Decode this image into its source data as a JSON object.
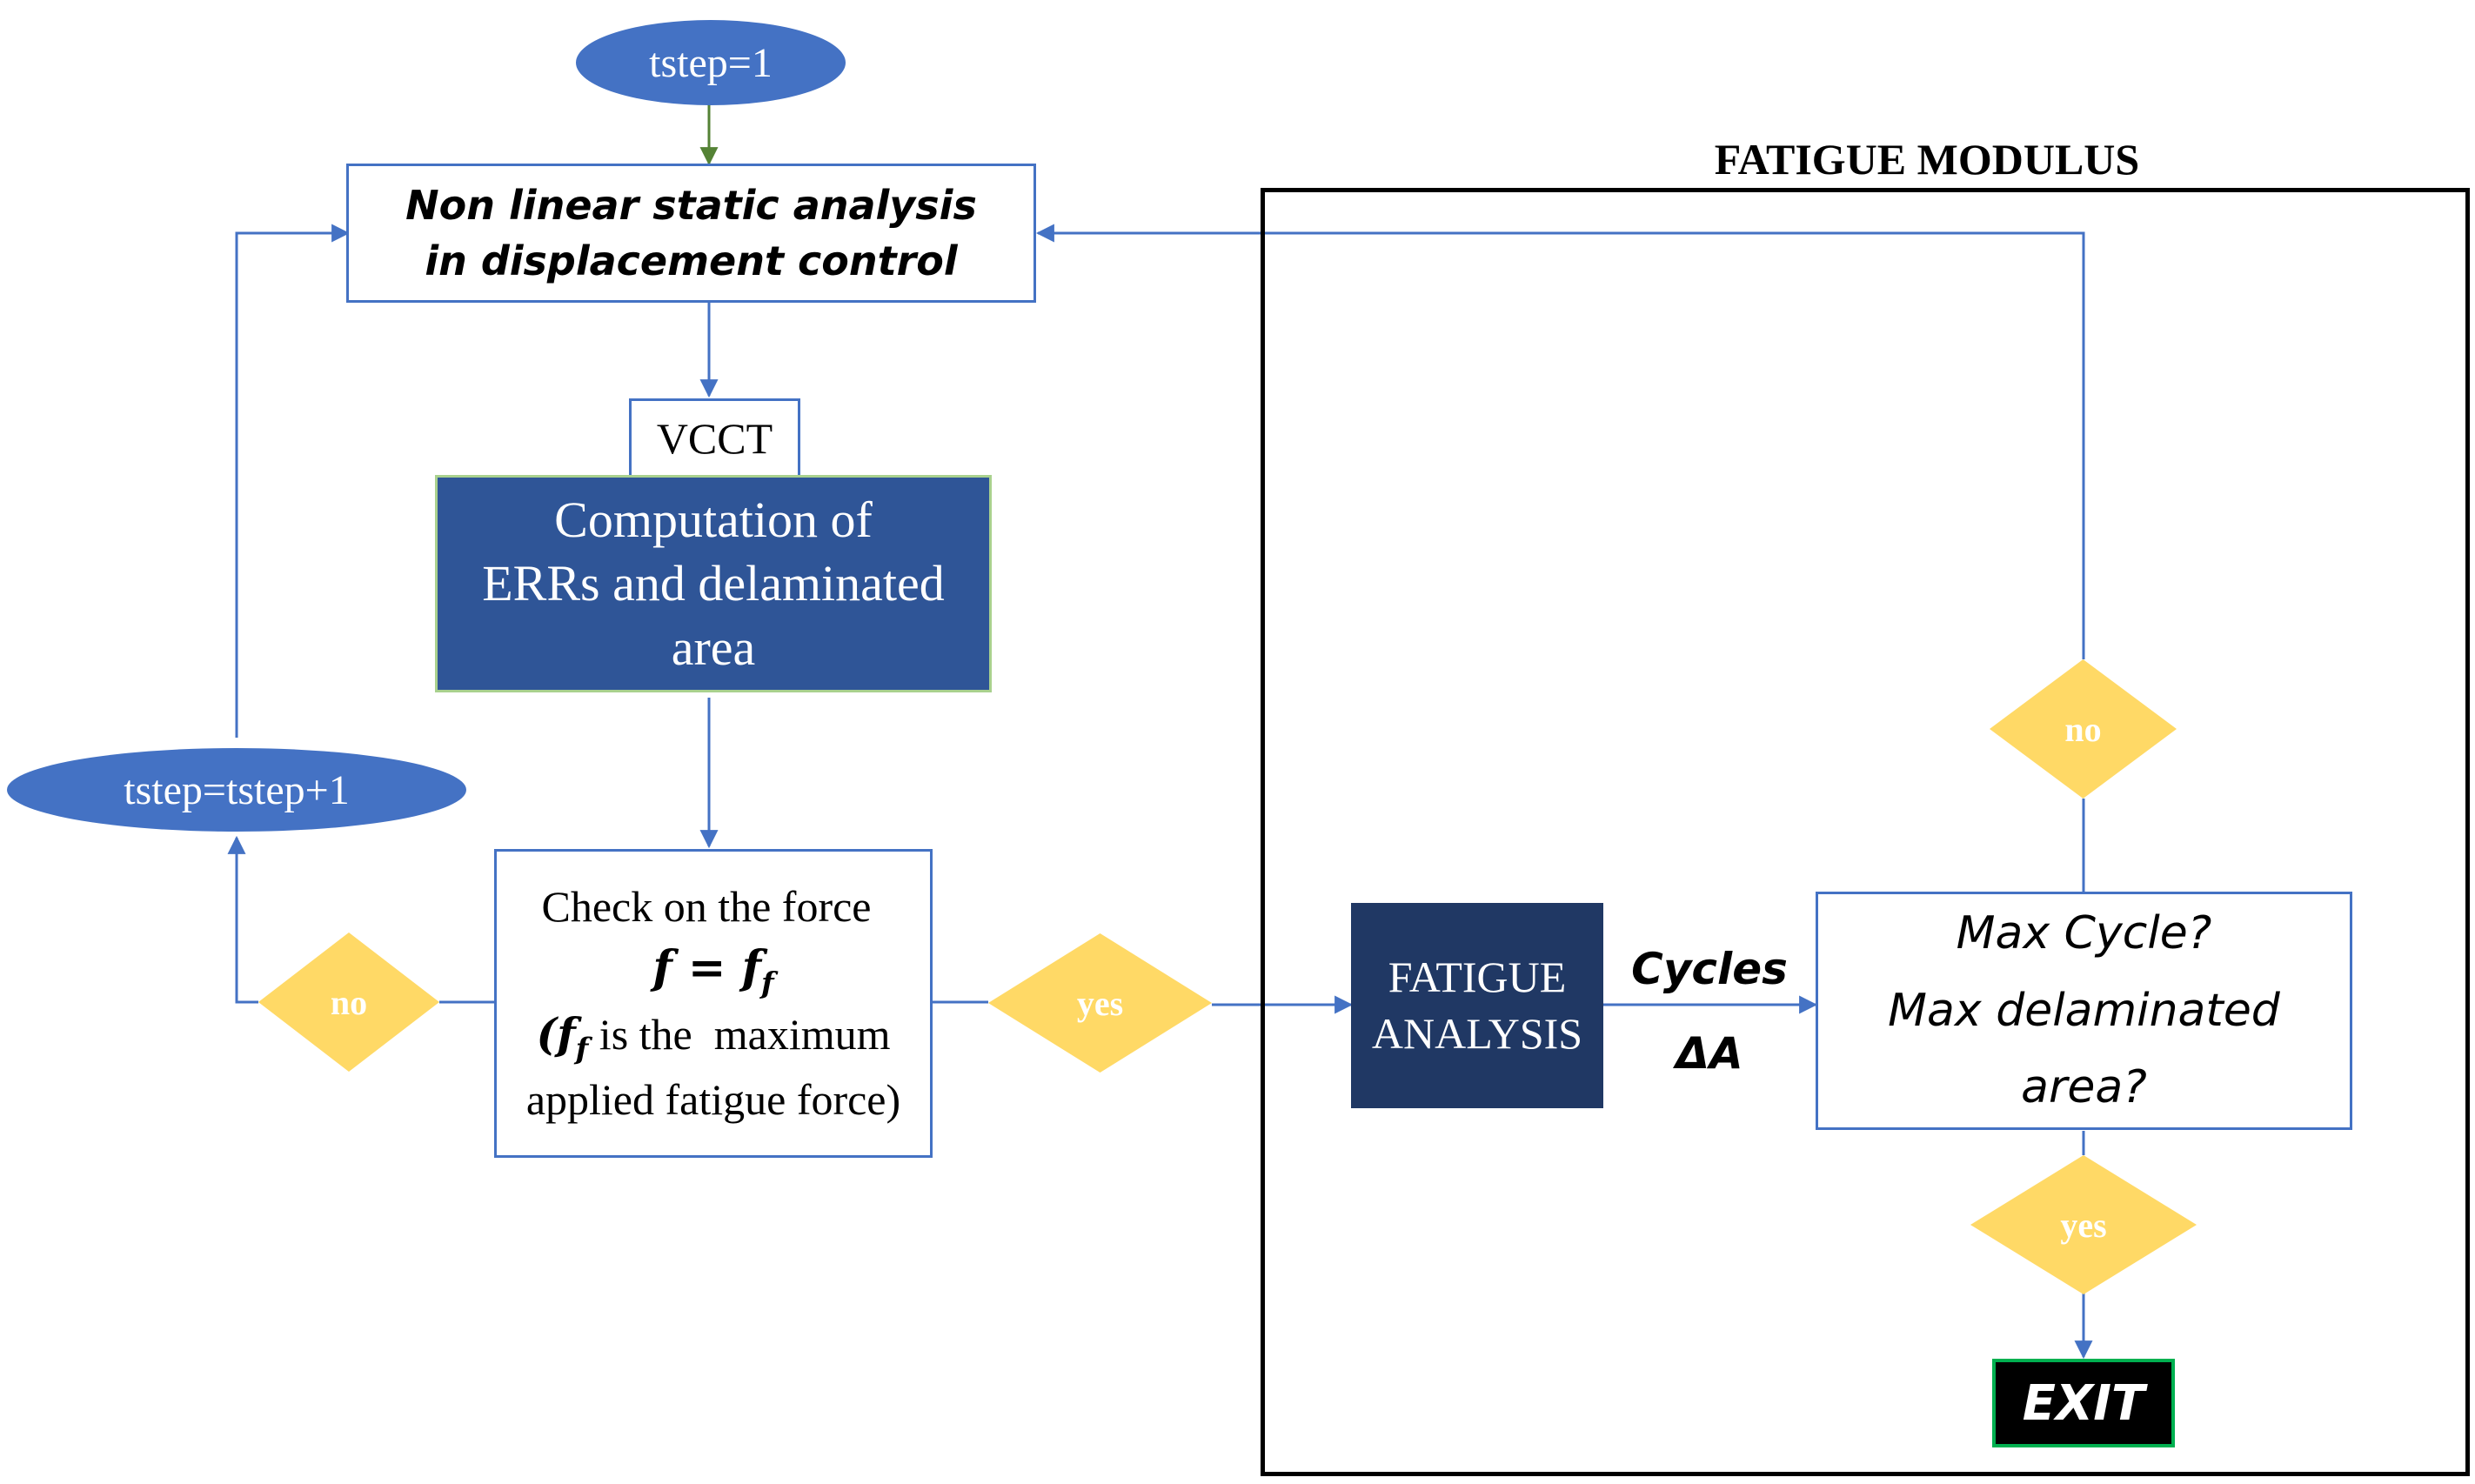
{
  "start": {
    "label": "tstep=1"
  },
  "analysis": {
    "line1": "Non linear static analysis",
    "line2": "in displacement control"
  },
  "vcct": {
    "label": "VCCT"
  },
  "computation": {
    "line1": "Computation of",
    "line2": "ERRs and delaminated",
    "line3": "area"
  },
  "increment": {
    "label": "tstep=tstep+1"
  },
  "check": {
    "line1": "Check on the force",
    "formula": "f = f",
    "formula_sub": "f",
    "line3_open": "(f",
    "line3_sub": "f",
    "line3_rest": " is the  maximum",
    "line4": "applied fatigue force)"
  },
  "decision_check_no": {
    "label": "no"
  },
  "decision_check_yes": {
    "label": "yes"
  },
  "modulus": {
    "title": "FATIGUE MODULUS"
  },
  "fatigue_analysis": {
    "line1": "FATIGUE",
    "line2": "ANALYSIS"
  },
  "outputs": {
    "cycles": "Cycles",
    "delta_area": "ΔA"
  },
  "max_check": {
    "line1": "Max Cycle?",
    "line2": "Max delaminated area?"
  },
  "decision_max_no": {
    "label": "no"
  },
  "decision_max_yes": {
    "label": "yes"
  },
  "exit": {
    "label": "EXIT"
  },
  "colors": {
    "connector": "#4472c4",
    "start_arrow": "#548235",
    "ellipse_fill": "#4472c4",
    "diamond_fill": "#ffd966",
    "computation_fill": "#2f5597",
    "fatigue_fill": "#203864",
    "exit_fill": "#000000"
  }
}
